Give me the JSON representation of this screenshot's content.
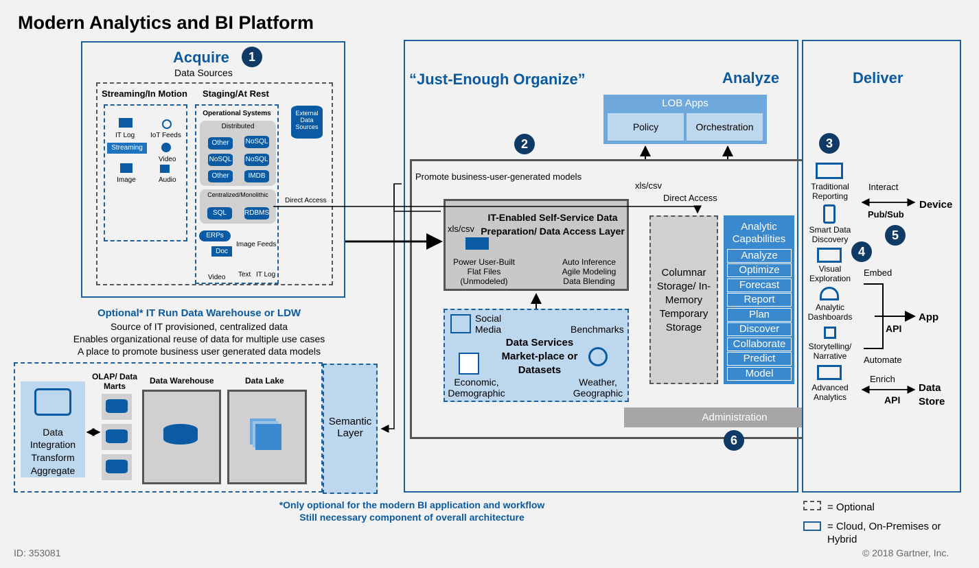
{
  "title": "Modern Analytics and BI Platform",
  "acquire": {
    "heading": "Acquire",
    "num": "1",
    "subtitle": "Data Sources",
    "streaming_title": "Streaming/In Motion",
    "staging_title": "Staging/At Rest",
    "streaming_items": {
      "itlog": "IT Log",
      "iot": "IoT Feeds",
      "streaming": "Streaming",
      "video": "Video",
      "image": "Image",
      "audio": "Audio"
    },
    "ops_title": "Operational Systems",
    "distributed": "Distributed",
    "dist_cyls": [
      "Other",
      "NoSQL",
      "NoSQL",
      "NoSQL",
      "Other",
      "IMDB"
    ],
    "central": "Centralized/Monolithic",
    "central_cyls": [
      "SQL",
      "RDBMS"
    ],
    "external": "External Data Sources",
    "direct_access": "Direct Access",
    "misc": {
      "erps": "ERPs",
      "doc": "Doc",
      "image_feeds": "Image Feeds",
      "video": "Video",
      "text": "Text",
      "itlog": "IT Log"
    }
  },
  "optional": {
    "heading": "Optional* IT Run Data Warehouse or LDW",
    "lines": [
      "Source of IT provisioned, centralized data",
      "Enables organizational reuse of data for multiple use cases",
      "A place to promote business user generated data models"
    ]
  },
  "warehouse": {
    "integration": [
      "Data",
      "Integration",
      "Transform",
      "Aggregate"
    ],
    "olap": "OLAP/ Data Marts",
    "dw": "Data Warehouse",
    "lake": "Data Lake",
    "semantic": "Semantic Layer"
  },
  "organize": {
    "heading": "“Just-Enough Organize”",
    "analyze": "Analyze",
    "lob": "LOB Apps",
    "policy": "Policy",
    "orchestration": "Orchestration",
    "num2": "2",
    "promote": "Promote business-user-generated models",
    "xls_top": "xls/csv",
    "direct_access": "Direct Access",
    "selfservice": {
      "title": "IT-Enabled Self-Service Data Preparation/ Data Access Layer",
      "xls": "xls/csv",
      "left": "Power User-Built Flat Files (Unmodeled)",
      "right": "Auto Inference Agile Modeling Data Blending"
    },
    "dataservices": {
      "title": "Data Services Market-place or Datasets",
      "social": "Social Media",
      "bench": "Benchmarks",
      "econ": "Economic, Demographic",
      "weather": "Weather, Geographic"
    },
    "columnar": "Columnar Storage/ In-Memory Temporary Storage",
    "capabilities": {
      "title": "Analytic Capabilities",
      "items": [
        "Analyze",
        "Optimize",
        "Forecast",
        "Report",
        "Plan",
        "Discover",
        "Collaborate",
        "Predict",
        "Model"
      ]
    },
    "admin": "Administration",
    "num6": "6"
  },
  "deliver": {
    "heading": "Deliver",
    "num3": "3",
    "num4": "4",
    "num5": "5",
    "items": [
      "Traditional Reporting",
      "Smart Data Discovery",
      "Visual Exploration",
      "Analytic Dashboards",
      "Storytelling/ Narrative",
      "Advanced Analytics"
    ],
    "interact": "Interact",
    "device": "Device",
    "pubsub": "Pub/Sub",
    "embed": "Embed",
    "app": "App",
    "api1": "API",
    "automate": "Automate",
    "enrich": "Enrich",
    "datastore": "Data Store",
    "api2": "API"
  },
  "footnote": [
    "*Only optional for the modern BI application and workflow",
    "Still necessary component of overall architecture"
  ],
  "legend": {
    "optional": "= Optional",
    "cloud": "= Cloud, On-Premises or Hybrid"
  },
  "id": "ID: 353081",
  "copyright": "© 2018 Gartner, Inc.",
  "colors": {
    "blue": "#0b5aa0",
    "navy": "#103a66",
    "light": "#bdd7ee",
    "grey": "#d0d0d0"
  }
}
